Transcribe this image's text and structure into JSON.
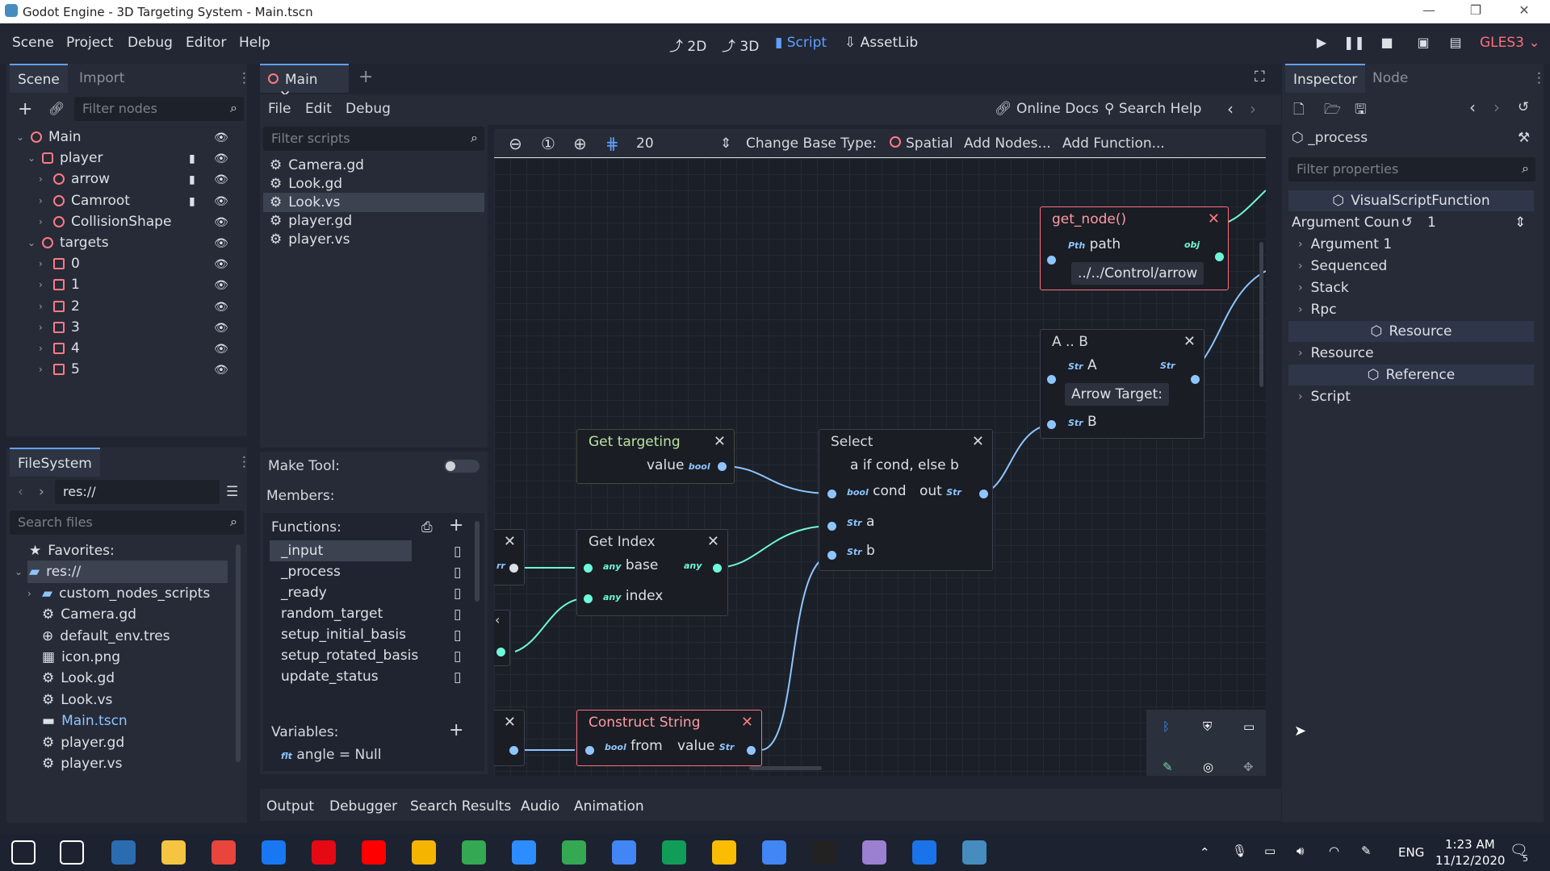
{
  "window": {
    "title": "Godot Engine - 3D Targeting System - Main.tscn",
    "minimize": "—",
    "restore": "❐",
    "close": "✕"
  },
  "menu": [
    "Scene",
    "Project",
    "Debug",
    "Editor",
    "Help"
  ],
  "workspaces": [
    {
      "label": "2D",
      "icon": "2d-icon"
    },
    {
      "label": "3D",
      "icon": "3d-icon"
    },
    {
      "label": "Script",
      "icon": "script-icon",
      "active": true
    },
    {
      "label": "AssetLib",
      "icon": "assetlib-icon"
    }
  ],
  "renderer": "GLES3",
  "scene_dock": {
    "tabs": [
      "Scene",
      "Import"
    ],
    "filter_placeholder": "Filter nodes",
    "tree": [
      {
        "label": "Main",
        "depth": 0,
        "icon": "spatial-icon",
        "expanded": true
      },
      {
        "label": "player",
        "depth": 1,
        "icon": "body-icon",
        "expanded": true,
        "script": true
      },
      {
        "label": "arrow",
        "depth": 2,
        "icon": "spatial-icon",
        "script": true
      },
      {
        "label": "Camroot",
        "depth": 2,
        "icon": "spatial-icon",
        "script": true
      },
      {
        "label": "CollisionShape",
        "depth": 2,
        "icon": "collision-icon"
      },
      {
        "label": "targets",
        "depth": 1,
        "icon": "spatial-icon",
        "expanded": true
      },
      {
        "label": "0",
        "depth": 2,
        "icon": "mesh-icon"
      },
      {
        "label": "1",
        "depth": 2,
        "icon": "mesh-icon"
      },
      {
        "label": "2",
        "depth": 2,
        "icon": "mesh-icon"
      },
      {
        "label": "3",
        "depth": 2,
        "icon": "mesh-icon"
      },
      {
        "label": "4",
        "depth": 2,
        "icon": "mesh-icon"
      },
      {
        "label": "5",
        "depth": 2,
        "icon": "mesh-icon"
      }
    ]
  },
  "filesystem": {
    "title": "FileSystem",
    "path": "res://",
    "search_placeholder": "Search files",
    "items": [
      {
        "label": "Favorites:",
        "depth": 0,
        "icon": "star-icon"
      },
      {
        "label": "res://",
        "depth": 0,
        "icon": "folder-icon",
        "selected": true
      },
      {
        "label": "custom_nodes_scripts",
        "depth": 1,
        "icon": "folder-icon"
      },
      {
        "label": "Camera.gd",
        "depth": 1,
        "icon": "gear-icon"
      },
      {
        "label": "default_env.tres",
        "depth": 1,
        "icon": "globe-icon"
      },
      {
        "label": "icon.png",
        "depth": 1,
        "icon": "image-icon"
      },
      {
        "label": "Look.gd",
        "depth": 1,
        "icon": "gear-icon"
      },
      {
        "label": "Look.vs",
        "depth": 1,
        "icon": "gear-icon"
      },
      {
        "label": "Main.tscn",
        "depth": 1,
        "icon": "scene-icon",
        "highlight": true
      },
      {
        "label": "player.gd",
        "depth": 1,
        "icon": "gear-icon"
      },
      {
        "label": "player.vs",
        "depth": 1,
        "icon": "gear-icon"
      }
    ]
  },
  "editor_tab": {
    "label": "Main",
    "add": "+"
  },
  "script_menu": [
    "File",
    "Edit",
    "Debug"
  ],
  "script_help": {
    "online_docs": "Online Docs",
    "search_help": "Search Help"
  },
  "script_list": {
    "filter_placeholder": "Filter scripts",
    "items": [
      "Camera.gd",
      "Look.gd",
      "Look.vs",
      "player.gd",
      "player.vs"
    ],
    "selected": 2
  },
  "members": {
    "make_tool": "Make Tool:",
    "members_label": "Members:",
    "functions_label": "Functions:",
    "functions": [
      "_input",
      "_process",
      "_ready",
      "random_target",
      "setup_initial_basis",
      "setup_rotated_basis",
      "update_status"
    ],
    "selected_function": 0,
    "variables_label": "Variables:",
    "variables": [
      {
        "type": "flt",
        "label": "angle = Null"
      }
    ]
  },
  "graph_toolbar": {
    "zoom": "20",
    "change_base_type": "Change Base Type:",
    "base_type": "Spatial",
    "add_nodes": "Add Nodes...",
    "add_function": "Add Function..."
  },
  "nodes": {
    "get_node": {
      "title": "get_node()",
      "in_type": "Pth",
      "in_label": "path",
      "out_type": "obj",
      "value": "../../Control/arrow"
    },
    "concat": {
      "title": "A .. B",
      "a_type": "Str",
      "a_label": "A",
      "out_type": "Str",
      "a_value": "Arrow Target:",
      "b_type": "Str",
      "b_label": "B"
    },
    "get_targeting": {
      "title": "Get targeting",
      "out_label": "value",
      "out_type": "bool"
    },
    "select": {
      "title": "Select",
      "desc": "a if cond, else b",
      "cond_type": "bool",
      "cond": "cond",
      "out": "out",
      "out_type": "Str",
      "a_type": "Str",
      "a": "a",
      "b_type": "Str",
      "b": "b"
    },
    "get_index": {
      "title": "Get Index",
      "base_type": "any",
      "base": "base",
      "out_type": "any",
      "index_type": "any",
      "index": "index"
    },
    "construct_string": {
      "title": "Construct String",
      "in_type": "bool",
      "in": "from",
      "out": "value",
      "out_type": "Str"
    },
    "partial_a": {
      "text": "rr"
    }
  },
  "inspector": {
    "tabs": [
      "Inspector",
      "Node"
    ],
    "object": "_process",
    "filter_placeholder": "Filter properties",
    "sections": [
      {
        "kind": "header",
        "label": "VisualScriptFunction"
      },
      {
        "kind": "prop",
        "label": "Argument Coun",
        "value": "1"
      },
      {
        "kind": "group",
        "label": "Argument 1"
      },
      {
        "kind": "group",
        "label": "Sequenced"
      },
      {
        "kind": "group",
        "label": "Stack"
      },
      {
        "kind": "group",
        "label": "Rpc"
      },
      {
        "kind": "header",
        "label": "Resource"
      },
      {
        "kind": "group",
        "label": "Resource"
      },
      {
        "kind": "header",
        "label": "Reference"
      },
      {
        "kind": "group",
        "label": "Script"
      }
    ]
  },
  "bottom_tabs": [
    "Output",
    "Debugger",
    "Search Results",
    "Audio",
    "Animation"
  ],
  "taskbar": {
    "lang": "ENG",
    "time": "1:23 AM",
    "date": "11/12/2020",
    "notifications": "5",
    "apps": [
      "windows-start-icon",
      "task-view-icon",
      "store-icon",
      "file-explorer-icon",
      "chrome-icon",
      "facebook-icon",
      "netflix-icon",
      "youtube-icon",
      "photos-icon",
      "maps-icon",
      "zoom-icon",
      "drive-icon",
      "docs-icon",
      "sheets-icon",
      "keep-icon",
      "translate-icon",
      "obs-icon",
      "color-app-icon",
      "chrome-app-icon",
      "godot-icon"
    ]
  },
  "colors": {
    "accent": "#5fa0ff",
    "node_red": "#ff7a85",
    "port_blue": "#8ec5ff",
    "port_cyan": "#6ff7d9",
    "gles": "#ff6e7f"
  }
}
